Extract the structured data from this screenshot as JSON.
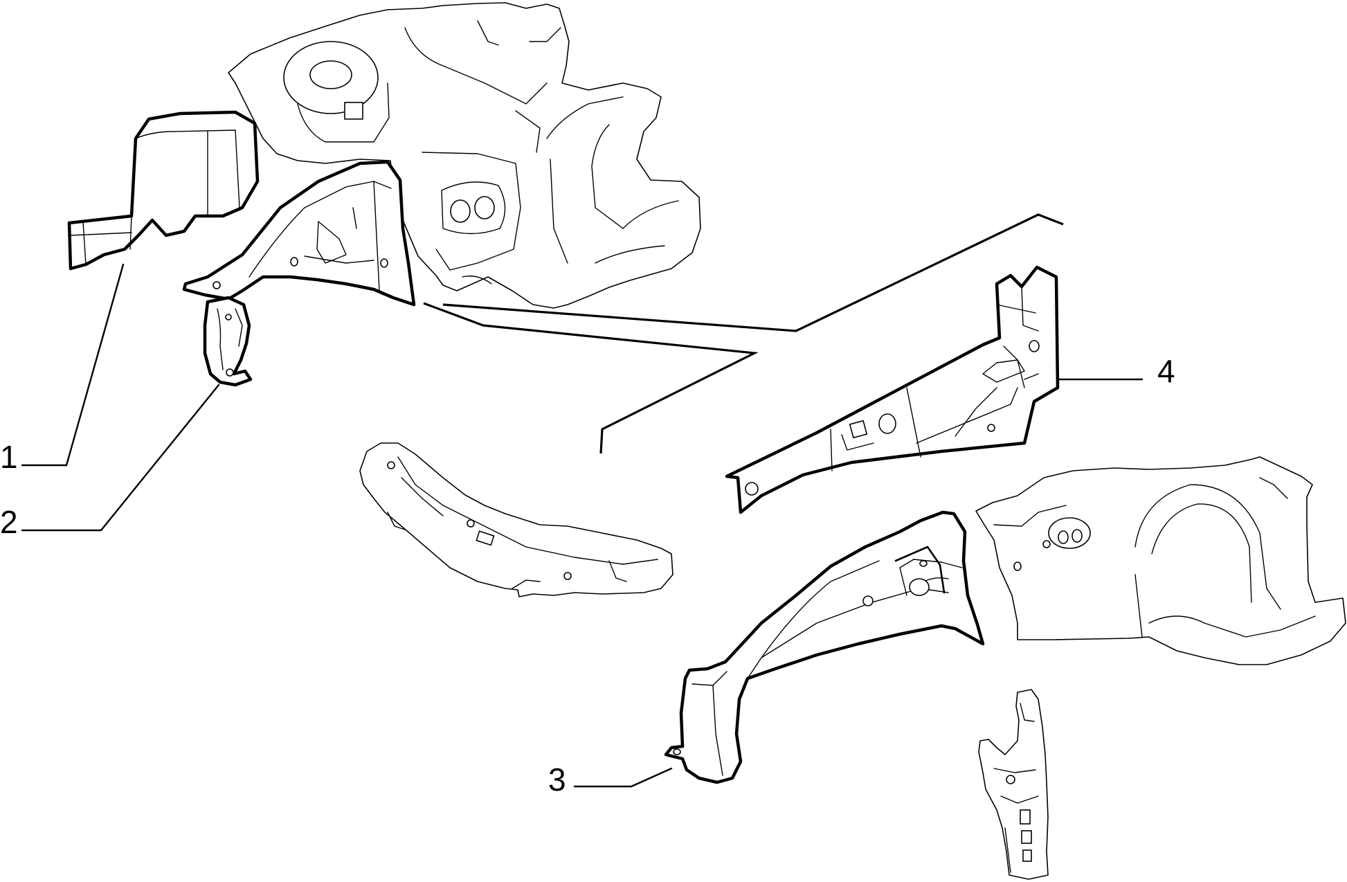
{
  "callouts": [
    {
      "label": "1"
    },
    {
      "label": "2"
    },
    {
      "label": "3"
    },
    {
      "label": "4"
    }
  ],
  "colors": {
    "line": "#000000",
    "background": "#ffffff"
  }
}
